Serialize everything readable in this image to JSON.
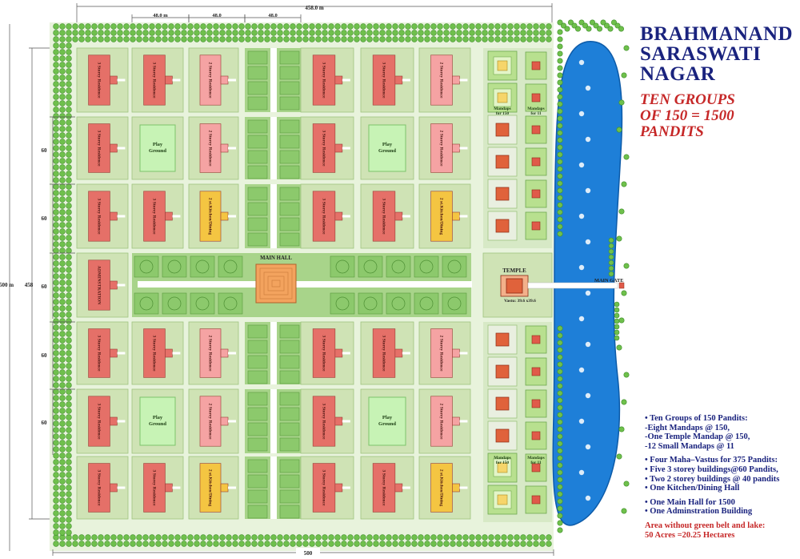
{
  "title": {
    "lines": [
      "BRAHMANAND",
      "SARASWATI",
      "NAGAR"
    ],
    "subtitle_lines": [
      "TEN GROUPS",
      "OF 150 = 1500",
      "PANDITS"
    ]
  },
  "dimensions": {
    "top_total": "458.0 m",
    "col_widths": [
      "48.0 m",
      "48.0",
      "48.0"
    ],
    "left_total": "500 m",
    "left_inner": "458",
    "row_heights": [
      "60",
      "60",
      "60",
      "60",
      "60"
    ],
    "bottom_total": "500"
  },
  "labels": {
    "residence_3": "3 Storey Residence",
    "residence_2": "2 Storey Residence",
    "play_ground": [
      "Play",
      "Ground"
    ],
    "kitchen": "2 st.Kitchen/Dining",
    "administration": "ADMINSTRATION",
    "main_hall": "MAIN HALL",
    "temple": "TEMPLE",
    "vastu": "Vastu: 39.6 x39.6",
    "main_gate": "MAIN GATE",
    "mandaps_150": [
      "Mandaps",
      "for 150"
    ],
    "mandaps_11": [
      "Mandaps",
      "for 11"
    ]
  },
  "notes": [
    {
      "text": "• Ten Groups of 150 Pandits:",
      "red": false,
      "gap_before": false
    },
    {
      "text": "-Eight Mandaps @ 150,",
      "red": false,
      "gap_before": false
    },
    {
      "text": "-One Temple Mandap @ 150,",
      "red": false,
      "gap_before": false
    },
    {
      "text": "-12 Small Mandaps @ 11",
      "red": false,
      "gap_before": false
    },
    {
      "text": "• Four Maha–Vastus for 375 Pandits:",
      "red": false,
      "gap_before": true
    },
    {
      "text": "• Five 3 storey buildings@60 Pandits,",
      "red": false,
      "gap_before": false
    },
    {
      "text": "• Two 2 storey buildings @ 40 pandits",
      "red": false,
      "gap_before": false
    },
    {
      "text": "• One Kitchen/Dining Hall",
      "red": false,
      "gap_before": false
    },
    {
      "text": "• One Main Hall for 1500",
      "red": false,
      "gap_before": true
    },
    {
      "text": "• One Adminstration Building",
      "red": false,
      "gap_before": false
    },
    {
      "text": "Area without green belt and lake:",
      "red": true,
      "gap_before": true
    },
    {
      "text": "50 Acres =20.25 Hectares",
      "red": true,
      "gap_before": false
    }
  ],
  "colors": {
    "plot": "#cfe3b5",
    "tree": "#6fc04c",
    "tree_dark": "#3f8f2a",
    "residence_3": "#e57068",
    "residence_2": "#f5a3a3",
    "kitchen": "#f4c542",
    "play_ground": "#c7f3b5",
    "main_hall": "#f3a35e",
    "temple": "#e0623b",
    "lake": "#1e7fd8",
    "road": "#ffffff",
    "title": "#1a237e",
    "subtitle": "#c62828"
  }
}
